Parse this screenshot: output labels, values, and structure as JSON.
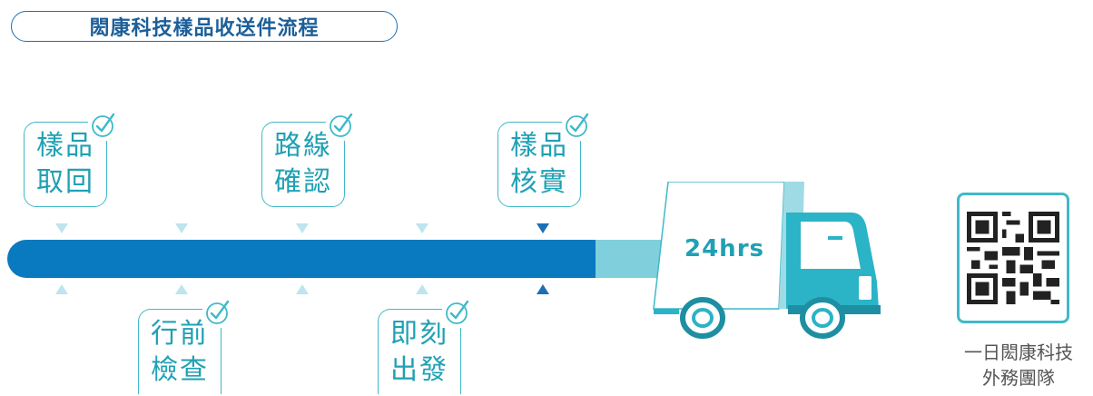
{
  "title": "閎康科技樣品收送件流程",
  "top_steps": [
    {
      "line1": "樣品",
      "line2": "取回"
    },
    {
      "line1": "路線",
      "line2": "確認"
    },
    {
      "line1": "樣品",
      "line2": "核實"
    }
  ],
  "bottom_steps": [
    {
      "line1": "行前",
      "line2": "檢查"
    },
    {
      "line1": "即刻",
      "line2": "出發"
    }
  ],
  "truck_label": "24hrs",
  "qr_caption": {
    "line1": "一日閎康科技",
    "line2": "外務團隊"
  },
  "icons": {
    "step_check": "check-circle-icon",
    "truck": "delivery-truck-icon",
    "qr": "qr-code-icon"
  },
  "colors": {
    "title": "#1c5f99",
    "bar": "#0a7ac0",
    "accent": "#3fb9c9",
    "step_text": "#20a0b4",
    "triangle_light": "#bfe4ee",
    "triangle_dark": "#1d6fb5"
  }
}
